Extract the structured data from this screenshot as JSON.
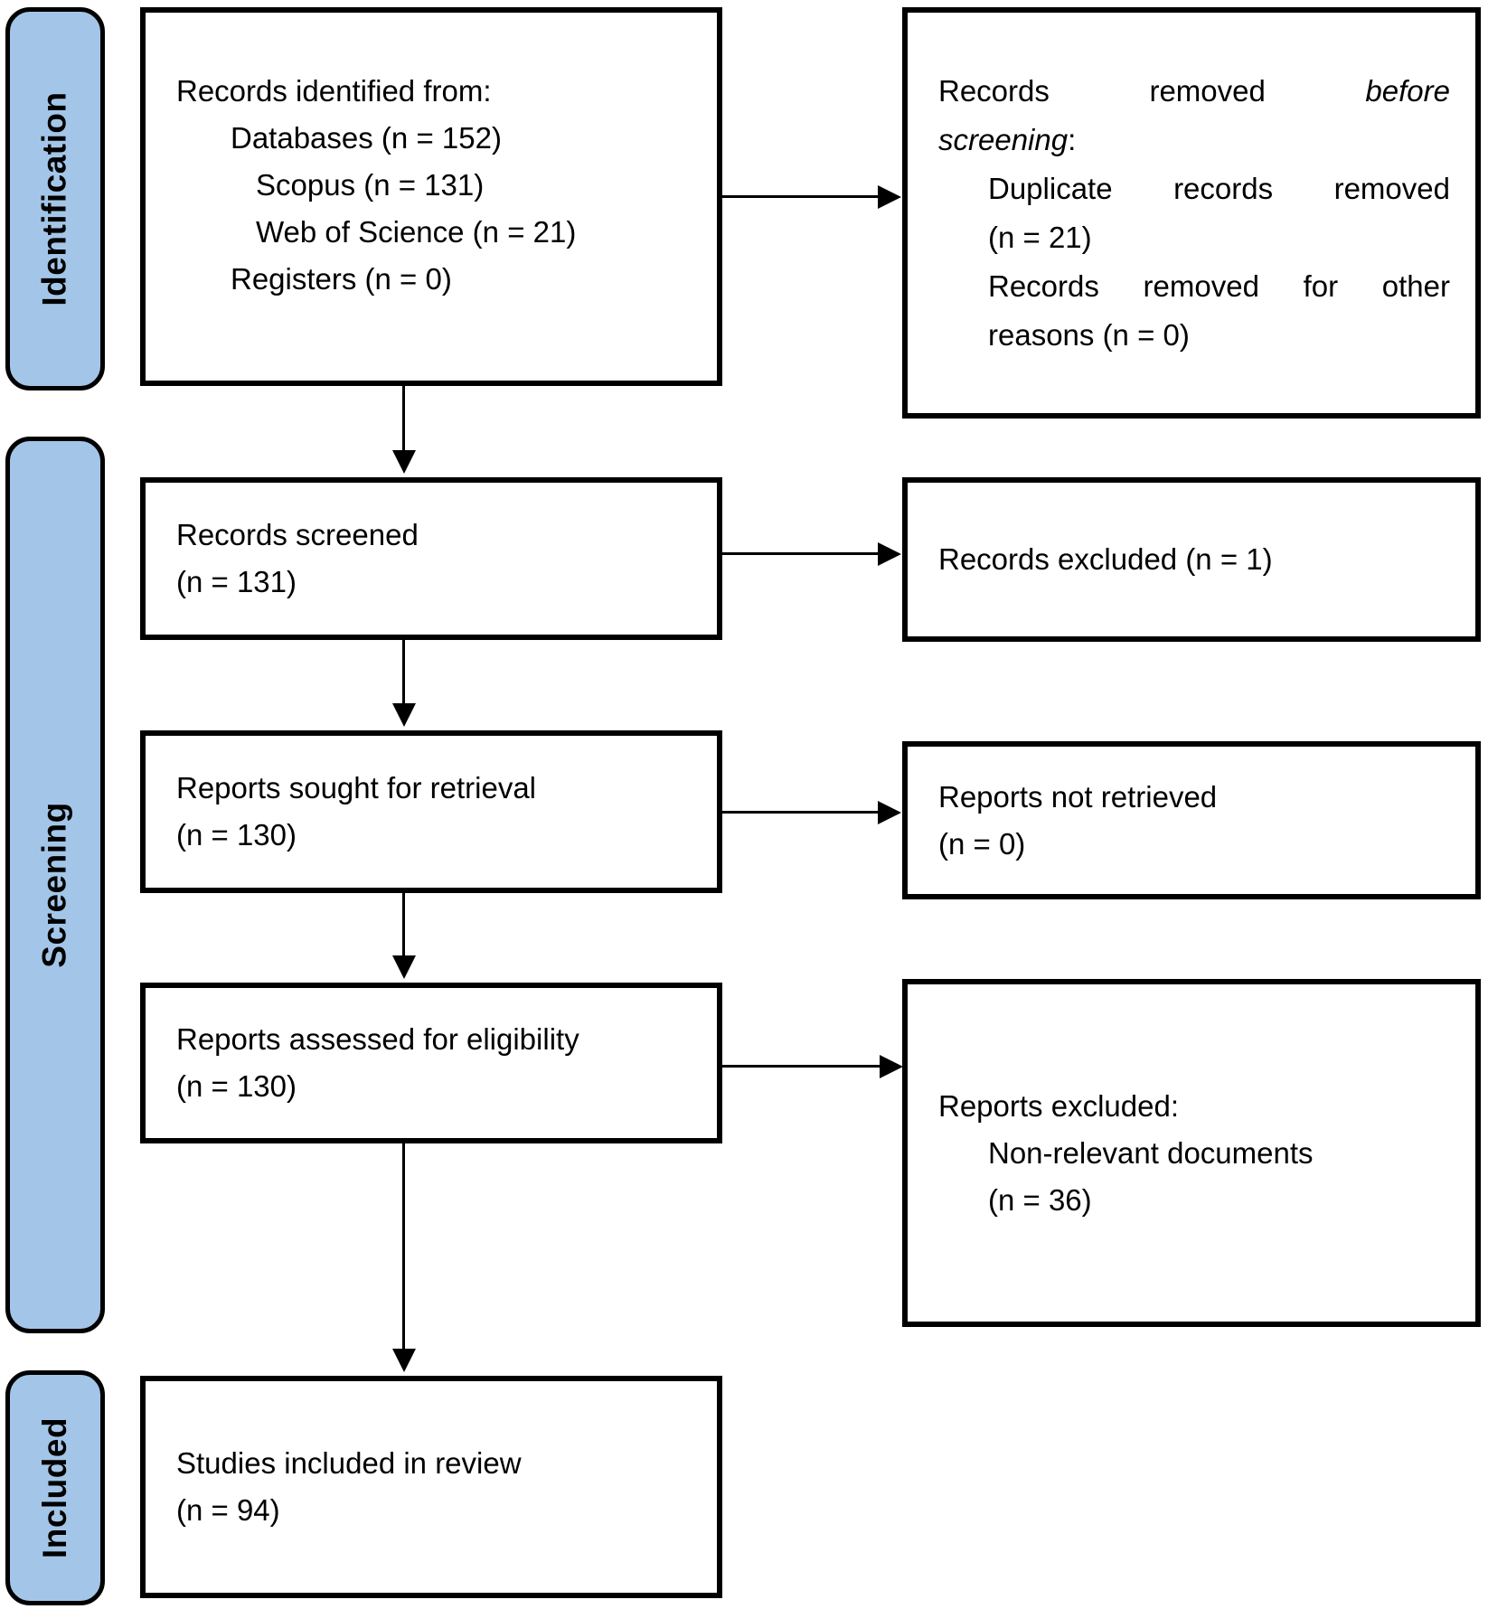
{
  "diagram": {
    "kind": "PRISMA flow diagram",
    "colors": {
      "tab_fill": "#A3C6E8",
      "tab_border": "#000000",
      "box_border": "#000000",
      "arrow": "#000000",
      "text": "#000000",
      "background": "#FFFFFF"
    },
    "sidebar": {
      "identification_label": "Identification",
      "screening_label": "Screening",
      "included_label": "Included"
    },
    "boxes": {
      "identified": {
        "line1": "Records identified from:",
        "line2": "Databases (n = 152)",
        "line3": "Scopus (n = 131)",
        "line4": "Web of Science (n = 21)",
        "line5": "Registers (n = 0)"
      },
      "removed_before_screening": {
        "line1_words": [
          "Records",
          "removed",
          "before"
        ],
        "line2_italic": "screening",
        "line2_rest": ":",
        "line3_words": [
          "Duplicate",
          "records",
          "removed"
        ],
        "line4": "(n = 21)",
        "line5_words": [
          "Records",
          "removed",
          "for",
          "other"
        ],
        "line6": "reasons (n = 0)"
      },
      "screened": {
        "line1": "Records screened",
        "line2": "(n = 131)"
      },
      "records_excluded": {
        "line1": "Records excluded (n = 1)"
      },
      "sought": {
        "line1": "Reports sought for retrieval",
        "line2": "(n = 130)"
      },
      "not_retrieved": {
        "line1": "Reports not retrieved",
        "line2": "(n = 0)"
      },
      "assessed": {
        "line1": "Reports assessed for eligibility",
        "line2": "(n = 130)"
      },
      "reports_excluded": {
        "line1": "Reports excluded:",
        "line2": "Non-relevant documents",
        "line3": "(n = 36)"
      },
      "included": {
        "line1": "Studies included in review",
        "line2": "(n = 94)"
      }
    }
  }
}
